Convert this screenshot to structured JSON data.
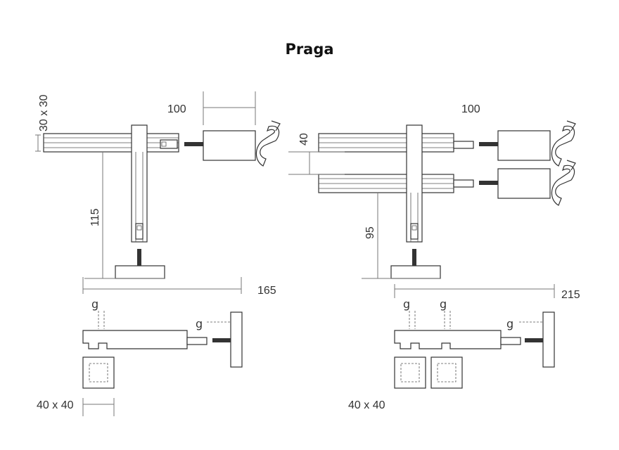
{
  "title": "Praga",
  "left": {
    "section": "30 x 30",
    "depth": "100",
    "height": "115",
    "length": "165",
    "base": "40 x 40"
  },
  "right": {
    "spacing": "40",
    "depth": "100",
    "height": "95",
    "length": "215",
    "base": "40 x 40"
  }
}
